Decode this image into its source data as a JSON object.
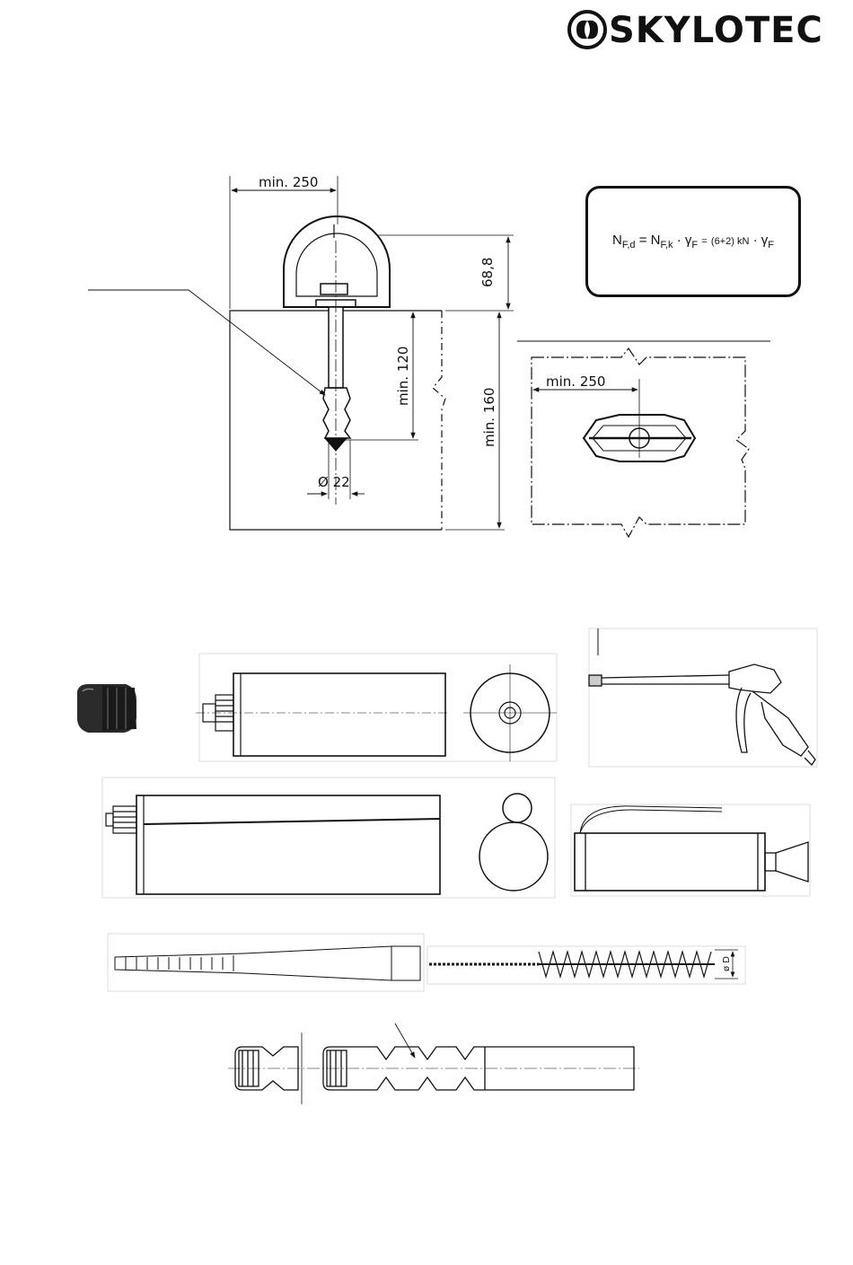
{
  "brand": {
    "name": "SKYLOTEC"
  },
  "formula": {
    "lhs_main": "N",
    "lhs_sub": "F,d",
    "mid_main": "N",
    "mid_sub": "F,k",
    "gamma1": "γ",
    "gamma1_sub": "F",
    "factor": "(6+2) kN",
    "gamma2": "γ",
    "gamma2_sub": "F"
  },
  "dimensions": {
    "side_min_250": "min. 250",
    "height_68_8": "68,8",
    "depth_min_120": "min. 120",
    "thickness_min_160": "min. 160",
    "diameter": "Ø 22",
    "top_min_250": "min. 250",
    "brush_diameter": "ø D"
  }
}
